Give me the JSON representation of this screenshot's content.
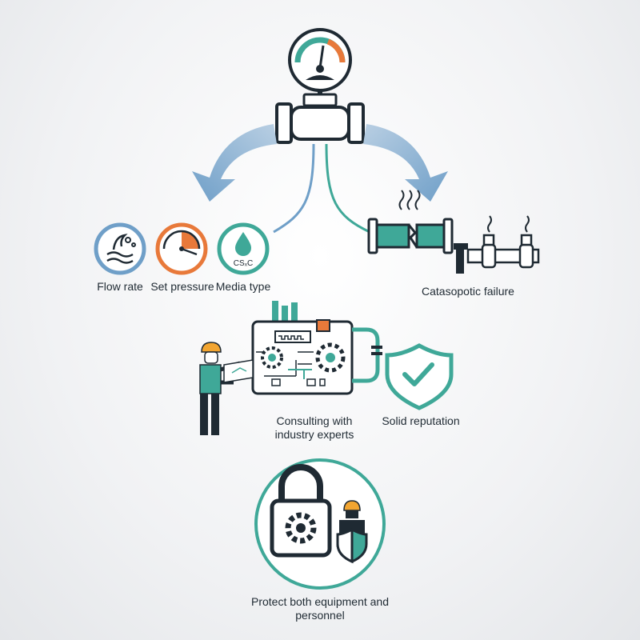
{
  "factors": [
    {
      "label": "Flow rate",
      "icon": "flow-rate-icon"
    },
    {
      "label": "Set pressure",
      "icon": "gauge-icon"
    },
    {
      "label": "Media type",
      "icon": "media-drop-icon",
      "formula": "CSₓC"
    }
  ],
  "failure": {
    "label": "Catasopotic failure",
    "icon": "broken-pipe-icon"
  },
  "consulting": {
    "label_line1": "Consulting with",
    "label_line2": "industry experts",
    "icon": "engineer-icon"
  },
  "reputation": {
    "label": "Solid reputation",
    "icon": "shield-check-icon"
  },
  "protect": {
    "label_line1": "Protect both equipment and",
    "label_line2": "personnel",
    "icon": "lock-gear-icon"
  },
  "colors": {
    "teal": "#3fa898",
    "blue": "#6f9fc8",
    "orange": "#e8793a",
    "navy": "#1f2a33",
    "yellow": "#f2a531"
  }
}
